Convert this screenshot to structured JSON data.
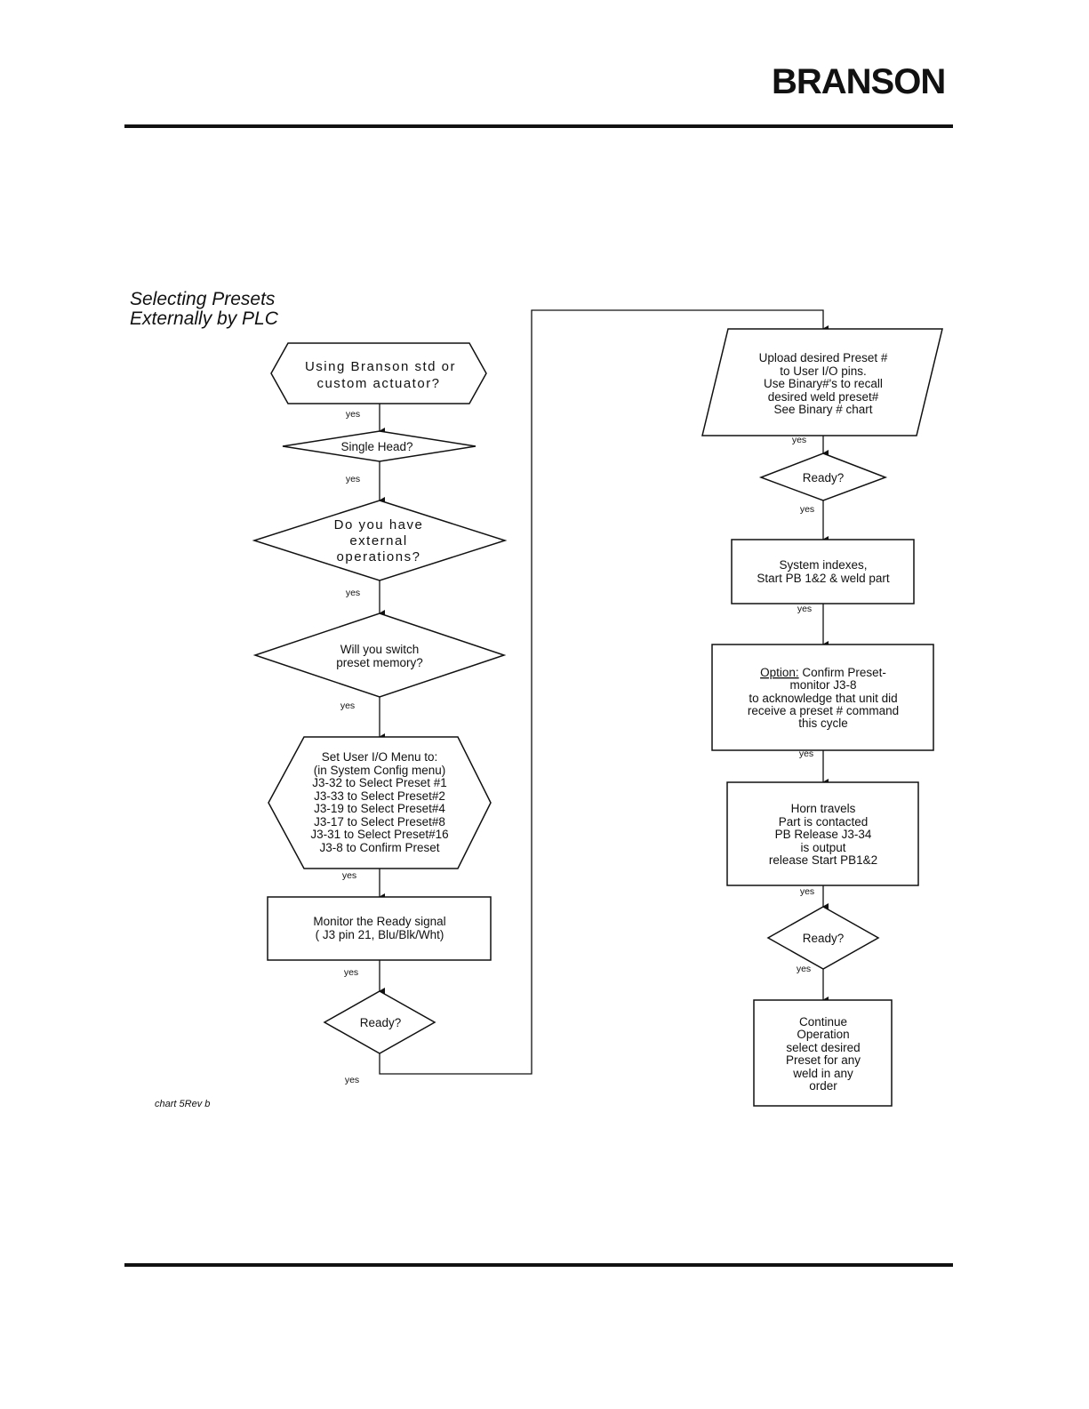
{
  "header": {
    "logo": "BRANSON"
  },
  "title": {
    "line1": "Selecting Presets",
    "line2": "Externally by PLC"
  },
  "footnote": "chart 5Rev b",
  "nodes": {
    "using_branson": [
      "Using Branson std or",
      "custom actuator?"
    ],
    "single_head": [
      "Single Head?"
    ],
    "external_ops": [
      "Do you have",
      "external",
      "operations?"
    ],
    "switch_preset": [
      "Will you switch",
      "preset memory?"
    ],
    "set_user_io": [
      "Set User I/O Menu to:",
      "(in System Config menu)",
      "J3-32 to Select Preset #1",
      "J3-33 to Select Preset#2",
      "J3-19 to Select Preset#4",
      "J3-17 to Select Preset#8",
      "J3-31 to Select Preset#16",
      "J3-8 to Confirm Preset"
    ],
    "monitor_ready": [
      "Monitor the Ready signal",
      "( J3 pin 21, Blu/Blk/Wht)"
    ],
    "ready_1": [
      "Ready?"
    ],
    "upload_preset": [
      "Upload desired Preset #",
      "to User I/O pins.",
      "Use Binary#'s to recall",
      "desired weld preset#",
      "See Binary # chart"
    ],
    "ready_2": [
      "Ready?"
    ],
    "system_indexes": [
      "System indexes,",
      "Start PB 1&2 & weld part"
    ],
    "option_confirm": {
      "option_label": "Option:",
      "line1_rest": " Confirm Preset-",
      "lines": [
        "monitor J3-8",
        "to acknowledge that unit did",
        "receive a preset # command",
        "this cycle"
      ]
    },
    "horn_travels": [
      "Horn travels",
      "Part is contacted",
      "PB Release J3-34",
      "is output",
      "release Start PB1&2"
    ],
    "ready_3": [
      "Ready?"
    ],
    "continue_op": [
      "Continue",
      "Operation",
      "select desired",
      "Preset for any",
      "weld in any",
      "order"
    ]
  },
  "edge_label": "yes"
}
